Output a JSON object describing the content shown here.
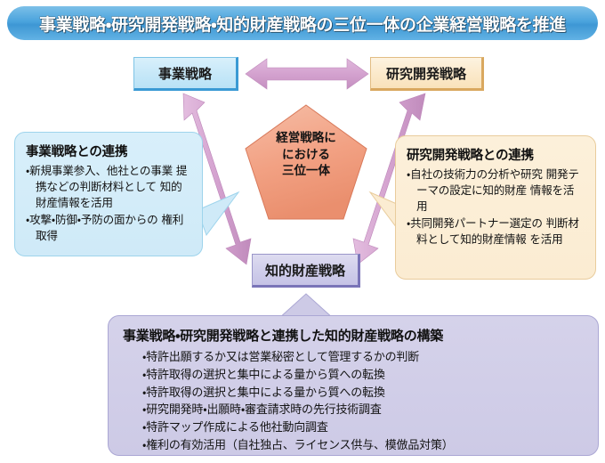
{
  "header": {
    "title": "事業戦略・研究開発戦略・知的財産戦略の三位一体の企業経営戦略を推進"
  },
  "nodes": {
    "business": {
      "label": "事業戦略"
    },
    "rd": {
      "label": "研究開発戦略"
    },
    "ip": {
      "label": "知的財産戦略"
    }
  },
  "center": {
    "line1": "経営戦略に",
    "line2": "における",
    "line3": "三位一体"
  },
  "panels": {
    "business": {
      "title": "事業戦略との連携",
      "items": [
        "・新規事業参入、他社との事業 提携などの判断材料として 知的財産情報を活用",
        "・攻撃・防御・予防の面からの 権利取得"
      ]
    },
    "rd": {
      "title": "研究開発戦略との連携",
      "items": [
        "・自社の技術力の分析や研究 開発テーマの設定に知的財産 情報を活用",
        "・共同開発パートナー選定の 判断材料として知的財産情報 を活用"
      ]
    },
    "bottom": {
      "title": "事業戦略・研究開発戦略と連携した知的財産戦略の構築",
      "items": [
        "・特許出願するか又は営業秘密として管理するかの判断",
        "・特許取得の選択と集中による量から質への転換",
        "・特許取得の選択と集中による量から質への転換",
        "・研究開発時・出願時・審査請求時の先行技術調査",
        "・特許マップ作成による他社動向調査",
        "・権利の有効活用（自社独占、ライセンス供与、模倣品対策）"
      ]
    }
  },
  "connectors": {
    "top_arrow": "double-headed-horizontal-arrow",
    "left_arrow": "double-headed-diagonal-arrow",
    "right_arrow": "double-headed-diagonal-arrow"
  },
  "colors": {
    "header_blue": "#4aa3dd",
    "business_blue": "#c4e7f8",
    "rd_cream": "#fbe8c8",
    "ip_purple": "#ceccea",
    "pentagon_salmon": "#f2a588",
    "arrow_mauve": "#d4a2cf"
  }
}
